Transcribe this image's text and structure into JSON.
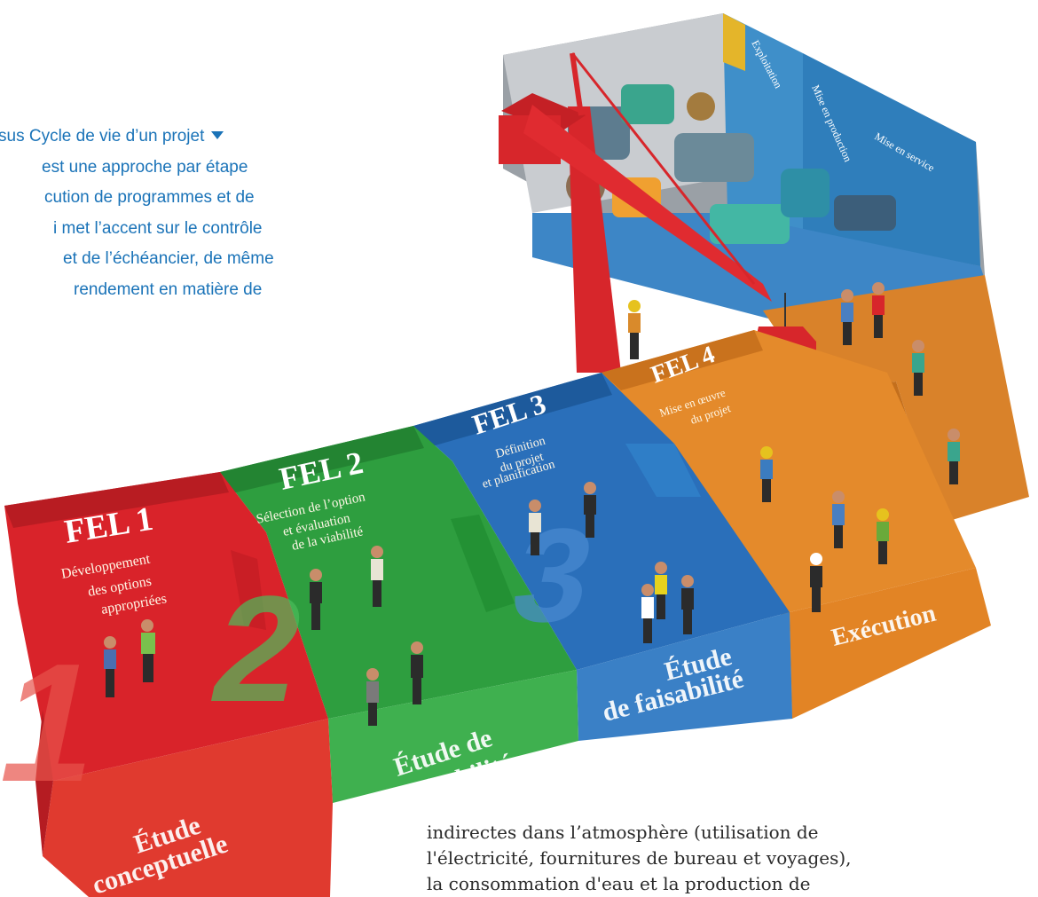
{
  "intro": {
    "lines": [
      "sus Cycle de vie d’un projet",
      "est une approche par étape",
      "cution de programmes et de",
      "i met l’accent sur le contrôle",
      "et de l’échéancier, de même",
      "rendement en matière de"
    ]
  },
  "illustration": {
    "phases": [
      {
        "tag": "FEL 1",
        "desc": [
          "Développement",
          "des options",
          "appropriées"
        ],
        "stage": [
          "Étude",
          "conceptuelle"
        ],
        "number": "1",
        "color": "#d9232a"
      },
      {
        "tag": "FEL 2",
        "desc": [
          "Sélection de l’option",
          "et évaluation",
          "de la viabilité"
        ],
        "stage": [
          "Étude de",
          "préfaisabilité"
        ],
        "number": "2",
        "color": "#2e9e3f"
      },
      {
        "tag": "FEL 3",
        "desc": [
          "Définition",
          "du projet",
          "et planification"
        ],
        "stage": [
          "Étude",
          "de faisabilité"
        ],
        "number": "3",
        "color": "#2a6fba"
      },
      {
        "tag": "FEL 4",
        "desc": [
          "Mise en œuvre",
          "du projet"
        ],
        "stage": [
          "Exécution"
        ],
        "color": "#e48a2b"
      }
    ],
    "plant_walls": [
      "Exploitation",
      "Mise en production",
      "Mise en service"
    ]
  },
  "body": {
    "lines": [
      "indirectes dans l’atmosphère (utilisation de",
      "l'électricité, fournitures de bureau et voyages),",
      "la consommation d'eau et la production de"
    ]
  }
}
